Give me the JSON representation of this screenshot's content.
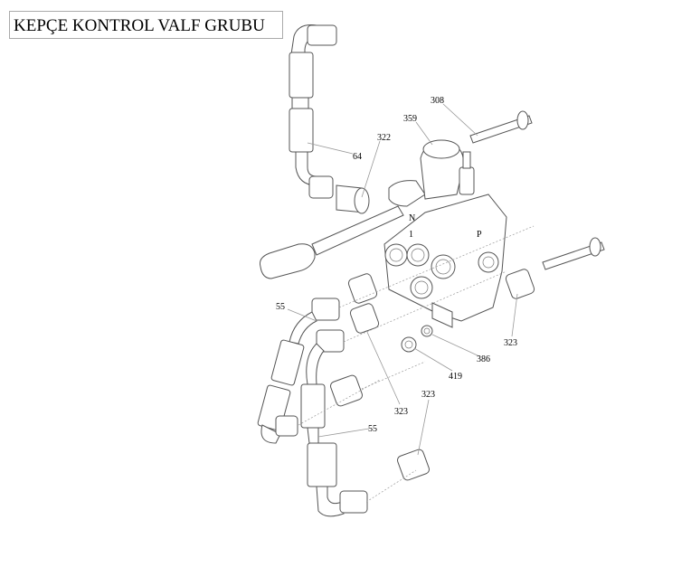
{
  "title": "KEPÇE KONTROL VALF GRUBU",
  "callouts": [
    "308",
    "359",
    "322",
    "64",
    "55",
    "323",
    "386",
    "419",
    "323",
    "323",
    "55"
  ],
  "valve_markings": [
    "N",
    "1",
    "P"
  ]
}
